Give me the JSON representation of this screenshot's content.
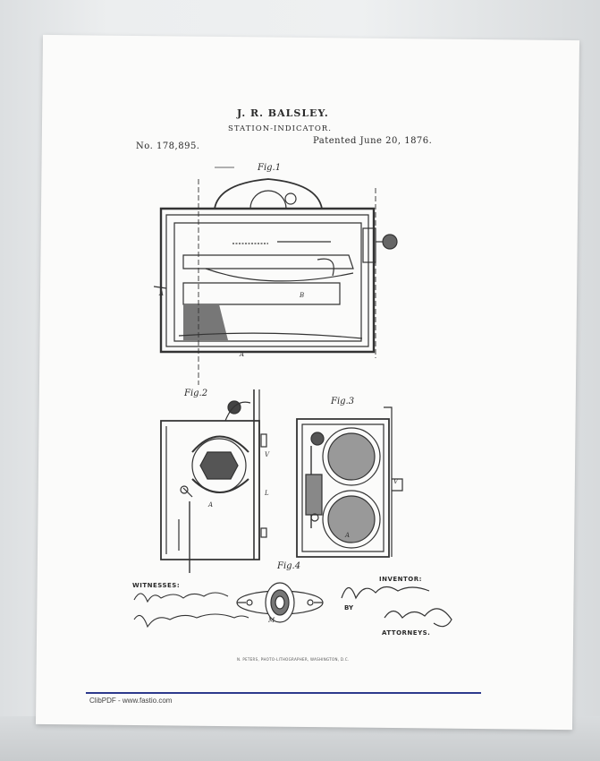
{
  "patent": {
    "inventor_header": "J. R. BALSLEY.",
    "invention": "STATION-INDICATOR.",
    "number": "No. 178,895.",
    "date": "Patented June 20, 1876."
  },
  "figures": {
    "fig1": "Fig.1",
    "fig2": "Fig.2",
    "fig3": "Fig.3",
    "fig4": "Fig.4"
  },
  "signatures": {
    "witnesses_label": "WITNESSES:",
    "inventor_label": "INVENTOR:",
    "by_label": "BY",
    "attorneys_label": "ATTORNEYS."
  },
  "imprint": "N. PETERS, PHOTO-LITHOGRAPHER, WASHINGTON, D.C.",
  "footer": "ClibPDF - www.fastio.com"
}
